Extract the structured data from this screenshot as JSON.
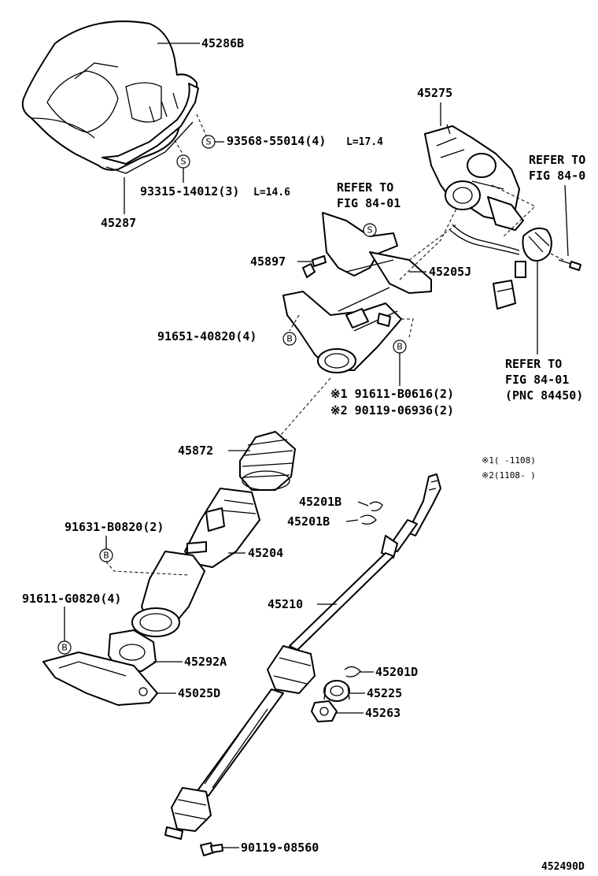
{
  "labels": {
    "p45286B": "45286B",
    "p93568": "93568-55014(4)",
    "p93568_len": "L=17.4",
    "p93315": "93315-14012(3)",
    "p93315_len": "L=14.6",
    "p45287": "45287",
    "p45275": "45275",
    "refer1a": "REFER TO",
    "refer1b": "FIG 84-01",
    "refer2a": "REFER TO",
    "refer2b": "FIG 84-0",
    "p45897": "45897",
    "p45205J": "45205J",
    "p91651": "91651-40820(4)",
    "p91611B": "※1 91611-B0616(2)",
    "p90119_069": "※2 90119-06936(2)",
    "refer3a": "REFER TO",
    "refer3b": "FIG 84-01",
    "refer3c": "(PNC 84450)",
    "p45872": "45872",
    "note1": "※1(  -1108)",
    "note2": "※2(1108-  )",
    "p45201B_1": "45201B",
    "p45201B_2": "45201B",
    "p91631": "91631-B0820(2)",
    "p45204": "45204",
    "p45210": "45210",
    "p91611G": "91611-G0820(4)",
    "p45292A": "45292A",
    "p45025D": "45025D",
    "p45201D": "45201D",
    "p45225": "45225",
    "p45263": "45263",
    "p90119_085": "90119-08560",
    "figure_code": "452490D"
  },
  "marks": {
    "s": "S",
    "b": "B"
  }
}
